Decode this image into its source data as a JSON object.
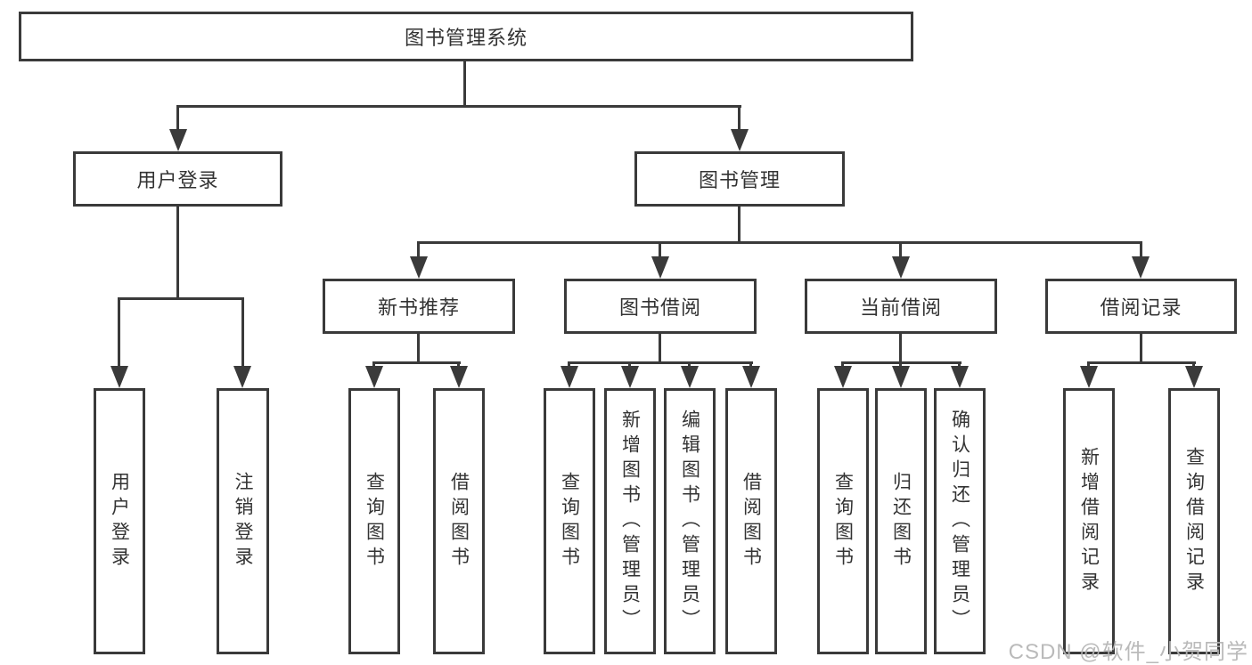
{
  "diagram": {
    "type": "hierarchy",
    "tree": {
      "label": "图书管理系统",
      "children": [
        {
          "label": "用户登录",
          "children": [
            {
              "label": "用户登录"
            },
            {
              "label": "注销登录"
            }
          ]
        },
        {
          "label": "图书管理",
          "children": [
            {
              "label": "新书推荐",
              "children": [
                {
                  "label": "查询图书"
                },
                {
                  "label": "借阅图书"
                }
              ]
            },
            {
              "label": "图书借阅",
              "children": [
                {
                  "label": "查询图书"
                },
                {
                  "label": "新增图书（管理员）"
                },
                {
                  "label": "编辑图书（管理员）"
                },
                {
                  "label": "借阅图书"
                }
              ]
            },
            {
              "label": "当前借阅",
              "children": [
                {
                  "label": "查询图书"
                },
                {
                  "label": "归还图书"
                },
                {
                  "label": "确认归还（管理员）"
                }
              ]
            },
            {
              "label": "借阅记录",
              "children": [
                {
                  "label": "新增借阅记录"
                },
                {
                  "label": "查询借阅记录"
                }
              ]
            }
          ]
        }
      ]
    },
    "colors": {
      "line": "#3a3a3a",
      "text": "#333333",
      "background": "#ffffff",
      "watermark": "#b5b5b5"
    }
  },
  "watermark": {
    "text": "CSDN @软件_小贺同学"
  }
}
